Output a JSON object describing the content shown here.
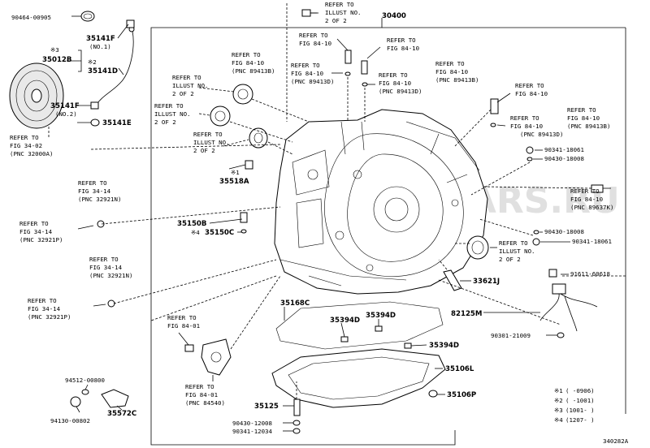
{
  "diagram": {
    "main_part": "30400",
    "watermark": "JAPANCARS.RU",
    "figure_id": "340282A",
    "part_numbers": {
      "p90464_00905": "90464-00905",
      "p35141F_top": "35141F",
      "p35141F_top_note": "(NO.1)",
      "p35012B_mark": "※3",
      "p35012B": "35012B",
      "p35141D_mark": "※2",
      "p35141D": "35141D",
      "p35141F_mid": "35141F",
      "p35141F_mid_note": "(NO.2)",
      "p35141E": "35141E",
      "p35518A_mark": "※1",
      "p35518A": "35518A",
      "p35150B": "35150B",
      "p35150C_mark": "※4",
      "p35150C": "35150C",
      "p35168C": "35168C",
      "p35394D_a": "35394D",
      "p35394D_b": "35394D",
      "p35394D_c": "35394D",
      "p35106L": "35106L",
      "p35106P": "35106P",
      "p35125": "35125",
      "p90430_12008": "90430-12008",
      "p90341_12034": "90341-12034",
      "p94512_00800": "94512-00800",
      "p35572C": "35572C",
      "p94130_00802": "94130-00802",
      "p90341_18061_a": "90341-18061",
      "p90430_18008_a": "90430-18008",
      "p90430_18008_b": "90430-18008",
      "p90341_18061_b": "90341-18061",
      "p91611_60618": "91611-60618",
      "p33621J": "33621J",
      "p82125M": "82125M",
      "p90301_21009": "90301-21009"
    },
    "refs": {
      "r_top_illust": [
        "REFER TO",
        "ILLUST NO.",
        "2 OF 2"
      ],
      "r_fig84_10_a": [
        "REFER TO",
        "FIG 84-10"
      ],
      "r_fig84_10_b": [
        "REFER TO",
        "FIG 84-10"
      ],
      "r_fig84_10_c": [
        "REFER TO",
        "FIG 84-10",
        "(PNC 89413B)"
      ],
      "r_fig84_10_d": [
        "REFER TO",
        "FIG 84-10",
        "(PNC 89413B)"
      ],
      "r_fig84_10_e": [
        "REFER TO",
        "FIG 84-10",
        "(PNC 89413D)"
      ],
      "r_fig84_10_f": [
        "REFER TO",
        "FIG 84-10",
        "(PNC 89413D)"
      ],
      "r_right_fig84_10": [
        "REFER TO",
        "FIG 84-10"
      ],
      "r_right_fig84_10_b": [
        "REFER TO",
        "FIG 84-10",
        "(PNC 89413B)"
      ],
      "r_right_fig84_10_d": [
        "REFER TO",
        "FIG 84-10",
        "(PNC 89413D)"
      ],
      "r_right_fig84_10_k": [
        "REFER TO",
        "FIG 84-10",
        "(PNC 89637K)"
      ],
      "r_illust_a": [
        "REFER TO",
        "ILLUST NO.",
        "2 OF 2"
      ],
      "r_illust_b": [
        "REFER TO",
        "ILLUST NO.",
        "2 OF 2"
      ],
      "r_illust_c": [
        "REFER TO",
        "ILLUST NO.",
        "2 OF 2"
      ],
      "r_illust_d": [
        "REFER TO",
        "ILLUST NO.",
        "2 OF 2"
      ],
      "r_fig34_02": [
        "REFER TO",
        "FIG 34-02",
        "(PNC 32000A)"
      ],
      "r_fig34_14_a": [
        "REFER TO",
        "FIG 34-14",
        "(PNC 32921N)"
      ],
      "r_fig34_14_b": [
        "REFER TO",
        "FIG 34-14",
        "(PNC 32921P)"
      ],
      "r_fig34_14_c": [
        "REFER TO",
        "FIG 34-14",
        "(PNC 32921N)"
      ],
      "r_fig34_14_d": [
        "REFER TO",
        "FIG 34-14",
        "(PNC 32921P)"
      ],
      "r_fig84_01_a": [
        "REFER TO",
        "FIG 84-01"
      ],
      "r_fig84_01_b": [
        "REFER TO",
        "FIG 84-01",
        "(PNC 84540)"
      ]
    },
    "notes": [
      {
        "mark": "※1",
        "range": "(     -0906)"
      },
      {
        "mark": "※2",
        "range": "(     -1001)"
      },
      {
        "mark": "※3",
        "range": "(1001-      )"
      },
      {
        "mark": "※4",
        "range": "(1207-      )"
      }
    ]
  }
}
